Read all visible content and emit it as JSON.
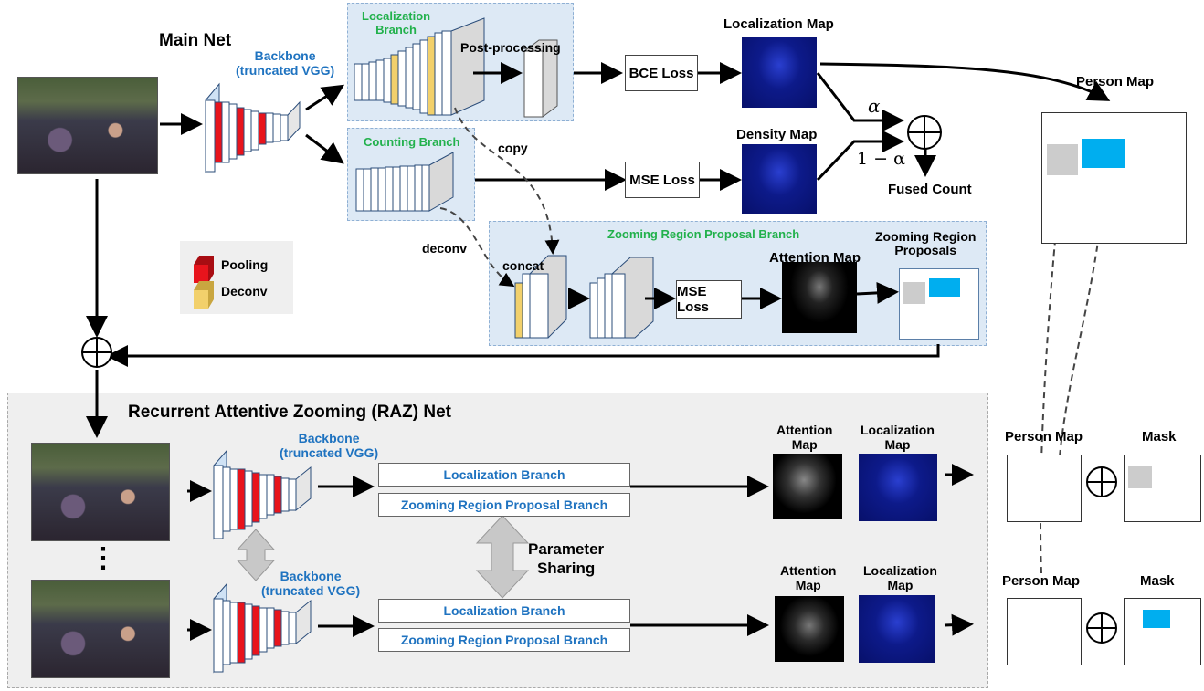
{
  "main_net": {
    "title": "Main Net",
    "backbone": "Backbone\n(truncated VGG)",
    "localization_branch": "Localization\nBranch",
    "post_processing": "Post-processing",
    "counting_branch": "Counting Branch",
    "bce_loss": "BCE Loss",
    "mse_loss": "MSE Loss",
    "localization_map": "Localization Map",
    "density_map": "Density Map",
    "alpha": "α",
    "one_minus_alpha": "1 − α",
    "fused_count": "Fused Count",
    "person_map": "Person Map",
    "copy": "copy",
    "deconv": "deconv",
    "zooming_branch": "Zooming Region Proposal Branch",
    "concat": "concat",
    "zr_mse_loss": "MSE Loss",
    "attention_map": "Attention Map",
    "zooming_proposals": "Zooming Region\nProposals"
  },
  "legend": {
    "pooling": "Pooling",
    "deconv": "Deconv",
    "pooling_color": "#e8141c",
    "deconv_color": "#f2d06b"
  },
  "raz_net": {
    "title": "Recurrent Attentive Zooming (RAZ) Net",
    "backbone_1": "Backbone\n(truncated VGG)",
    "backbone_2": "Backbone\n(truncated VGG)",
    "loc_branch_1": "Localization Branch",
    "zr_branch_1": "Zooming Region Proposal Branch",
    "loc_branch_2": "Localization Branch",
    "zr_branch_2": "Zooming Region Proposal Branch",
    "parameter_sharing": "Parameter\nSharing",
    "attention_map_1": "Attention\nMap",
    "localization_map_1": "Localization\nMap",
    "attention_map_2": "Attention\nMap",
    "localization_map_2": "Localization\nMap",
    "ellipsis": "⋮"
  },
  "right": {
    "person_map_1": "Person Map",
    "mask_1": "Mask",
    "person_map_2": "Person Map",
    "mask_2": "Mask"
  },
  "colors": {
    "proposal_gray": "#cccccc",
    "proposal_cyan": "#00aeef",
    "panel_blue": "#dde9f5"
  }
}
